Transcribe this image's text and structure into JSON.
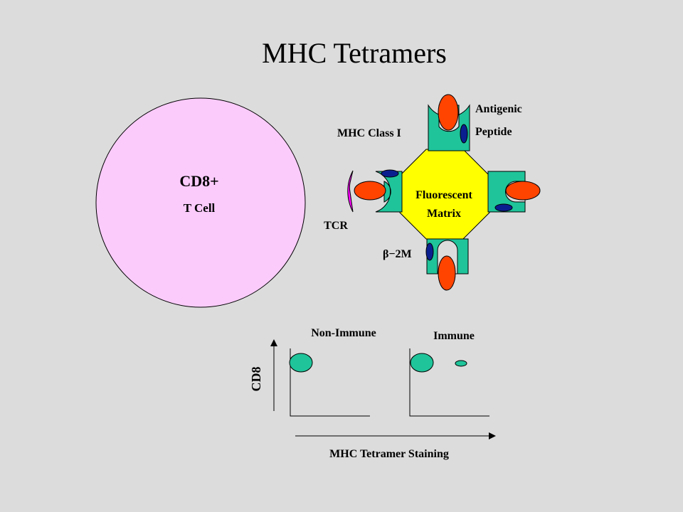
{
  "title": "MHC Tetramers",
  "cell": {
    "line1": "CD8+",
    "line2": "T Cell"
  },
  "labels": {
    "antigenic": "Antigenic",
    "peptide": "Peptide",
    "mhc_class": "MHC Class I",
    "tcr": "TCR",
    "beta2m": "β−2M",
    "matrix_line1": "Fluorescent",
    "matrix_line2": "Matrix"
  },
  "plots": {
    "left_title": "Non-Immune",
    "right_title": "Immune",
    "y_label": "CD8",
    "x_label": "MHC Tetramer Staining"
  },
  "colors": {
    "background": "#dcdcdc",
    "cell_fill": "#fbcbfb",
    "tcr": "#ff00ff",
    "mhc": "#1fc49a",
    "peptide": "#ff4400",
    "beta2m": "#0a1f8f",
    "matrix": "#ffff00"
  }
}
